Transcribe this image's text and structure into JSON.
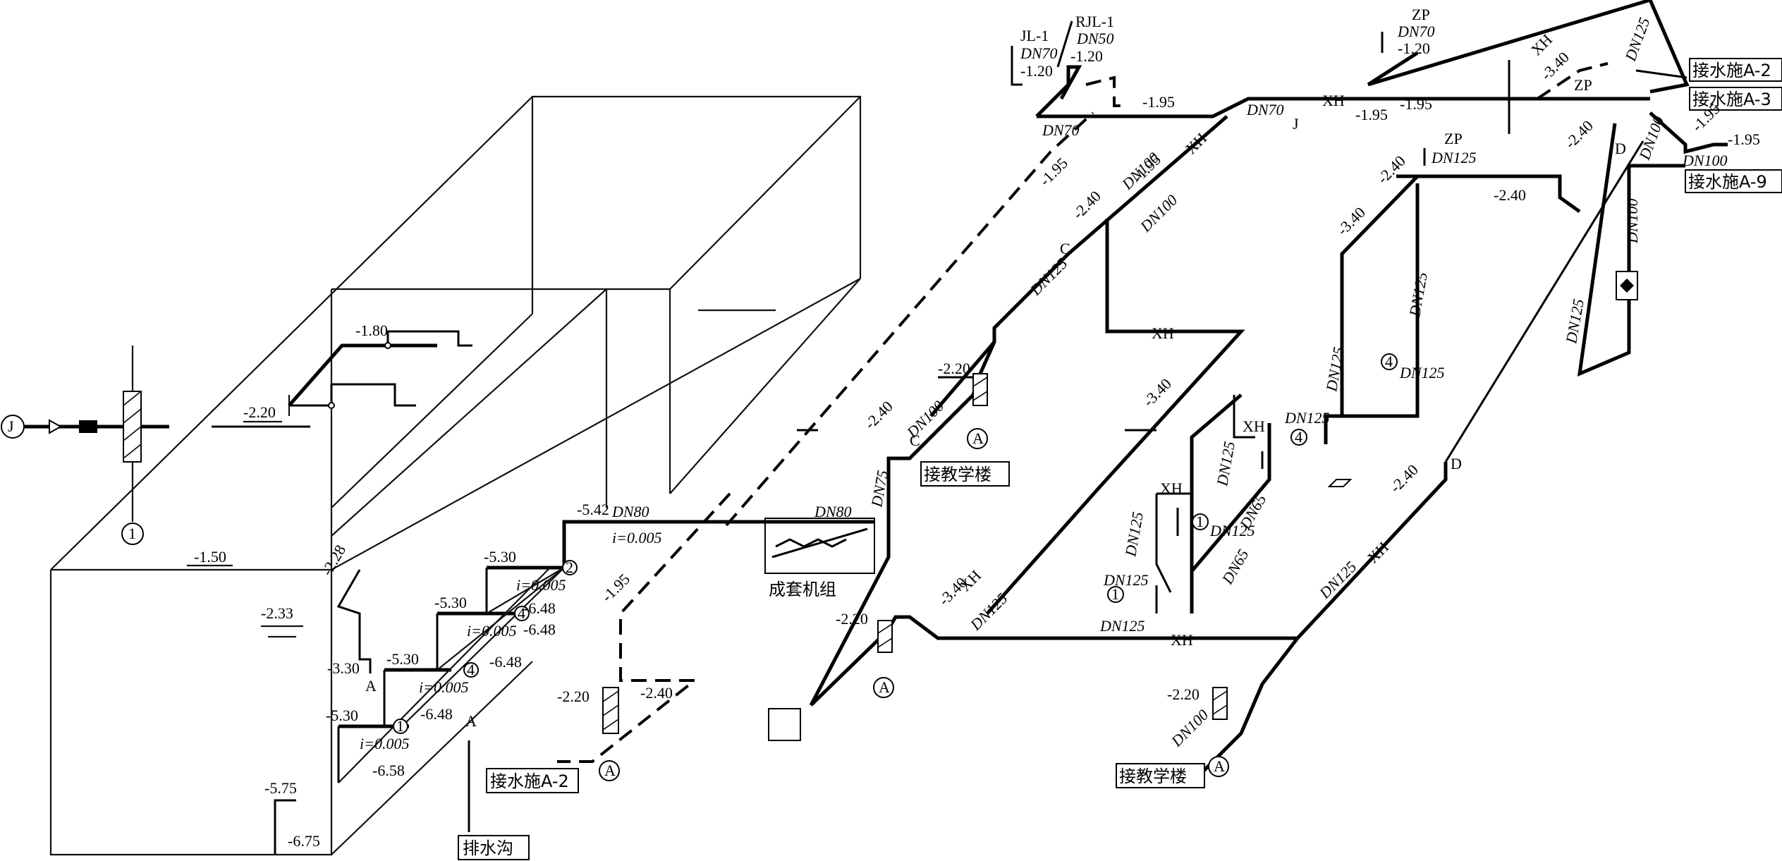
{
  "section_mark": "1",
  "inlet_mark": "J",
  "elev": {
    "tank_upper": "-1.80",
    "tank_inner": "-2.20",
    "tank_top": "-1.50",
    "tank_water": "-2.33",
    "tank_drop": "-2.28",
    "tank_drain": "-3.30",
    "tank_floor": "-5.75",
    "tank_bottom": "-6.75",
    "pump_row1": "-5.30",
    "pump_row2": "-5.30",
    "pump_row3": "-5.30",
    "pump_row4": "-5.30",
    "pump_out1": "-6.58",
    "pump_out2": "-6.48",
    "pump_out3": "-6.48",
    "pump_out4": "-6.48",
    "pump_out5": "-6.48",
    "header": "-5.42",
    "dash_main": "-1.95",
    "dash_low": "-2.20",
    "dash_low2": "-2.40",
    "top_jl": "-1.20",
    "top_rjl": "-1.20",
    "top_main": "-1.95",
    "top_dash": "-1.95",
    "c_riser1": "-2.40",
    "c_riser2": "-1.95",
    "mid_c": "-2.20",
    "mid_c2": "-2.40",
    "xh_main": "-3.40",
    "xh_low": "-3.40",
    "xh_low2": "-2.20",
    "zp_top": "-1.20",
    "zp_right": "-3.40",
    "xh_top": "-1.95",
    "xh_top2": "-1.95",
    "zp2_top": "-2.40",
    "zp2_left": "-3.40",
    "zp2_right": "-2.40",
    "d_top": "-2.40",
    "d_top2": "-1.95",
    "d_top3": "-1.95",
    "d_low": "-2.40",
    "right_low": "-2.20"
  },
  "slope": {
    "s1": "i=0.005",
    "s2": "i=0.005",
    "s3": "i=0.005",
    "s4": "i=0.005",
    "header": "i=0.005"
  },
  "dn": {
    "header": "DN80",
    "unit": "DN80",
    "jl": "DN70",
    "rjl": "DN50",
    "top_main": "DN70",
    "top_main2": "DN70",
    "c_a": "DN100",
    "c_b": "DN100",
    "c_c": "DN125",
    "mid_a": "DN100",
    "mid_b": "DN75",
    "xh_a": "DN125",
    "xh_b": "DN125",
    "xh_c": "DN125",
    "xh_d": "DN125",
    "xh_e": "DN125",
    "xh_f": "DN65",
    "xh_g": "DN65",
    "xh_h": "DN125",
    "xh_i": "DN125",
    "zp_a": "DN70",
    "zp_b": "DN125",
    "zp_c": "DN125",
    "zp_d": "DN125",
    "zp_e": "DN125",
    "zp_f": "DN125",
    "d_a": "DN125",
    "d_b": "DN100",
    "d_c": "DN100",
    "d_d": "DN100",
    "d_e": "DN125",
    "d_f": "DN125",
    "low_right": "DN100",
    "bottom_main": "DN125"
  },
  "pipe_codes": {
    "jl1": "JL-1",
    "rjl1": "RJL-1",
    "xh": "XH",
    "zp": "ZP",
    "j": "J",
    "c": "C",
    "d": "D",
    "a": "A"
  },
  "pump_marks": [
    "1",
    "4",
    "4",
    "2"
  ],
  "circle_a": "A",
  "labels": {
    "drain_ditch": "排水沟",
    "to_a2_left": "接水施A-2",
    "unit": "成套机组",
    "to_teaching_mid": "接教学楼",
    "to_teaching_low": "接教学楼",
    "to_a2_right": "接水施A-2",
    "to_a3": "接水施A-3",
    "to_a9": "接水施A-9"
  }
}
